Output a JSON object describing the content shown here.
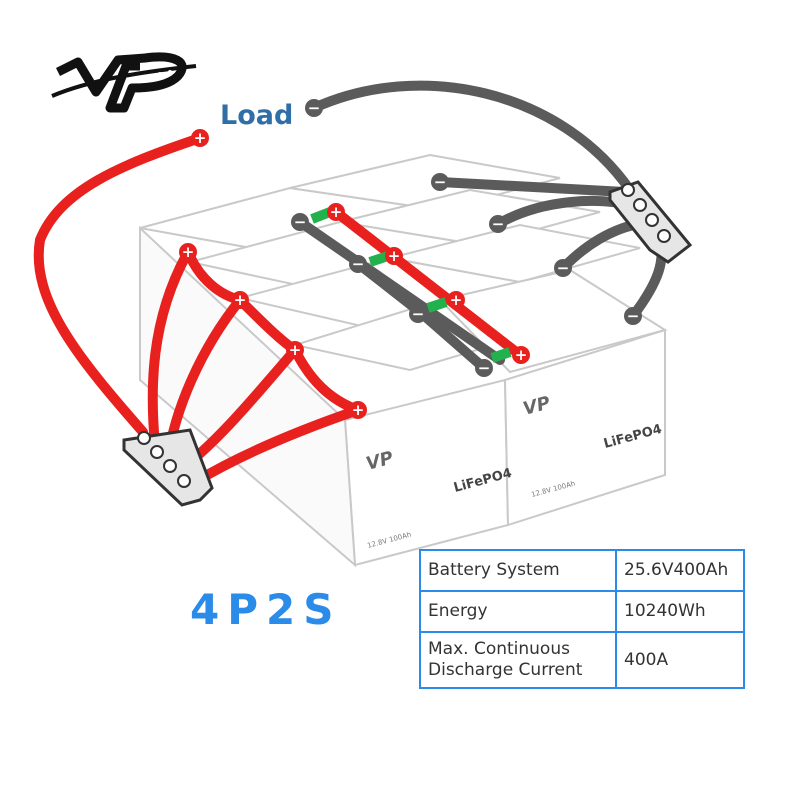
{
  "load_label": "Load",
  "configuration": "4P2S",
  "battery_label": "LiFePO4",
  "battery_spec": "12.8V 100Ah",
  "logo_text": "VP",
  "terminals": {
    "positive": "+",
    "negative": "−"
  },
  "colors": {
    "positive_cable": "#e8211f",
    "negative_cable": "#5b5b5b",
    "series_link": "#22b14c",
    "accent_blue": "#2a8be8",
    "load_text": "#2f6ea6",
    "battery_outline": "#c9c9c9"
  },
  "spec_table": {
    "rows": [
      {
        "key": "Battery System",
        "value": "25.6V400Ah"
      },
      {
        "key": "Energy",
        "value": "10240Wh"
      },
      {
        "key": "Max. Continuous\nDischarge Current",
        "value": "400A"
      }
    ]
  }
}
